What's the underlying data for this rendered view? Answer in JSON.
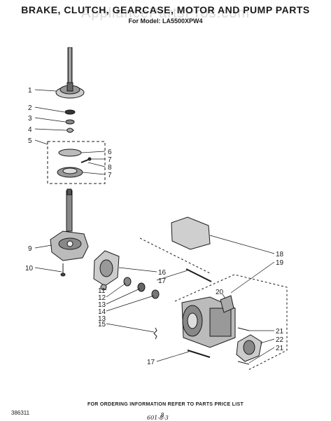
{
  "title": "BRAKE, CLUTCH, GEARCASE, MOTOR AND PUMP PARTS",
  "watermark": "AppliancePartsPros.com",
  "subtitle": "For Model: LA5500XPW4",
  "callouts": [
    {
      "label": "1"
    },
    {
      "label": "2"
    },
    {
      "label": "3"
    },
    {
      "label": "4"
    },
    {
      "label": "5"
    },
    {
      "label": "6"
    },
    {
      "label": "7"
    },
    {
      "label": "8"
    },
    {
      "label": "7"
    },
    {
      "label": "9"
    },
    {
      "label": "10"
    },
    {
      "label": "11"
    },
    {
      "label": "12"
    },
    {
      "label": "13"
    },
    {
      "label": "14"
    },
    {
      "label": "13"
    },
    {
      "label": "15"
    },
    {
      "label": "16"
    },
    {
      "label": "17"
    },
    {
      "label": "17"
    },
    {
      "label": "18"
    },
    {
      "label": "19"
    },
    {
      "label": "20"
    },
    {
      "label": "21"
    },
    {
      "label": "22"
    },
    {
      "label": "21"
    }
  ],
  "footer": "FOR ORDERING INFORMATION REFER TO PARTS PRICE LIST",
  "doc_number": "386311",
  "page_number": "8",
  "handwritten_note": "601-8-3"
}
